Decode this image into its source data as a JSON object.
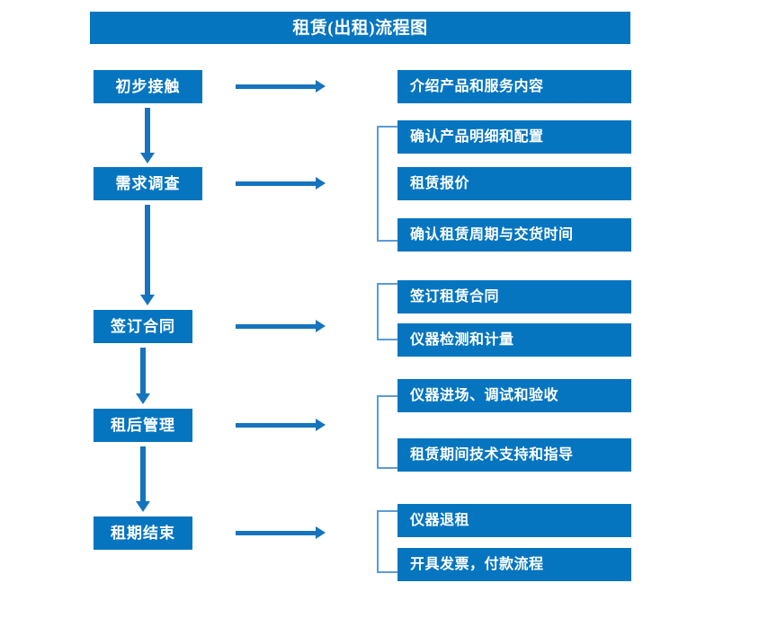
{
  "chart_title": "租赁(出租)流程图",
  "colors": {
    "box_fill": "#0575c0",
    "box_text": "#ffffff",
    "arrow": "#1574bd",
    "bracket": "#5b9bd5",
    "background": "#ffffff"
  },
  "stages": [
    {
      "label": "初步接触"
    },
    {
      "label": "需求调查"
    },
    {
      "label": "签订合同"
    },
    {
      "label": "租后管理"
    },
    {
      "label": "租期结束"
    }
  ],
  "details": [
    {
      "label": "介绍产品和服务内容"
    },
    {
      "label": "确认产品明细和配置"
    },
    {
      "label": "租赁报价"
    },
    {
      "label": "确认租赁周期与交货时间"
    },
    {
      "label": "签订租赁合同"
    },
    {
      "label": "仪器检测和计量"
    },
    {
      "label": "仪器进场、调试和验收"
    },
    {
      "label": "租赁期间技术支持和指导"
    },
    {
      "label": "仪器退租"
    },
    {
      "label": "开具发票，付款流程"
    }
  ],
  "icons": {
    "right_arrow": "right-arrow-icon",
    "down_arrow": "down-arrow-icon",
    "bracket": "bracket-connector-icon"
  }
}
